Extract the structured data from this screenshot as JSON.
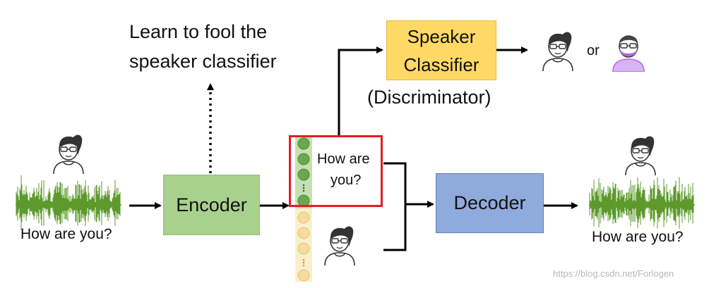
{
  "annotation": {
    "line1": "Learn to fool the",
    "line2": "speaker classifier"
  },
  "classifier": {
    "line1": "Speaker",
    "line2": "Classifier",
    "subtitle": "(Discriminator)"
  },
  "or_text": "or",
  "encoder_label": "Encoder",
  "decoder_label": "Decoder",
  "content_text": {
    "line1": "How are",
    "line2": "you?"
  },
  "input_caption": "How are you?",
  "output_caption": "How are you?",
  "watermark": "https://blog.csdn.net/Forlogen",
  "colors": {
    "encoder": "#a9d18e",
    "decoder": "#8faadc",
    "classifier": "#ffd966",
    "highlight": "#e51c23",
    "content_dot": "#6aa84f",
    "speaker_dot": "#f3dc9c",
    "waveform": "#5c9a2c",
    "male_speaker": "#b267e6"
  }
}
